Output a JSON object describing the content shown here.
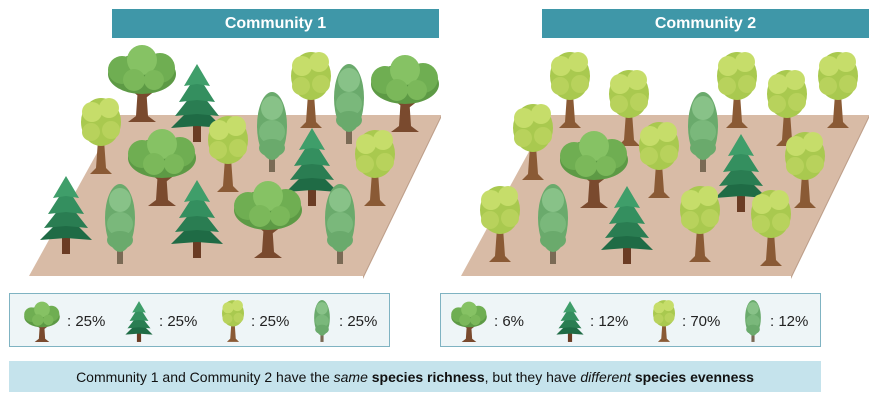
{
  "community1": {
    "title": "Community 1",
    "legend": [
      {
        "species": "broadleaf-bushy-tree",
        "share": "25%"
      },
      {
        "species": "dark-conifer-tree",
        "share": "25%"
      },
      {
        "species": "yellow-green-round-tree",
        "share": "25%"
      },
      {
        "species": "columnar-cypress-tree",
        "share": "25%"
      }
    ]
  },
  "community2": {
    "title": "Community 2",
    "legend": [
      {
        "species": "broadleaf-bushy-tree",
        "share": "6%"
      },
      {
        "species": "dark-conifer-tree",
        "share": "12%"
      },
      {
        "species": "yellow-green-round-tree",
        "share": "70%"
      },
      {
        "species": "columnar-cypress-tree",
        "share": "12%"
      }
    ]
  },
  "caption": {
    "part1": "Community 1 and Community 2 have the ",
    "italic1": "same",
    "part2": " ",
    "bold1": "species richness",
    "part3": ", but they have ",
    "italic2": "different",
    "part4": " ",
    "bold2": "species evenness"
  },
  "colors": {
    "header": "#3f97a8",
    "ground": "#d8bba6",
    "ground_side": "#c0a08a",
    "legend_bg": "#eef5f7",
    "caption_bg": "#c5e3ec"
  }
}
